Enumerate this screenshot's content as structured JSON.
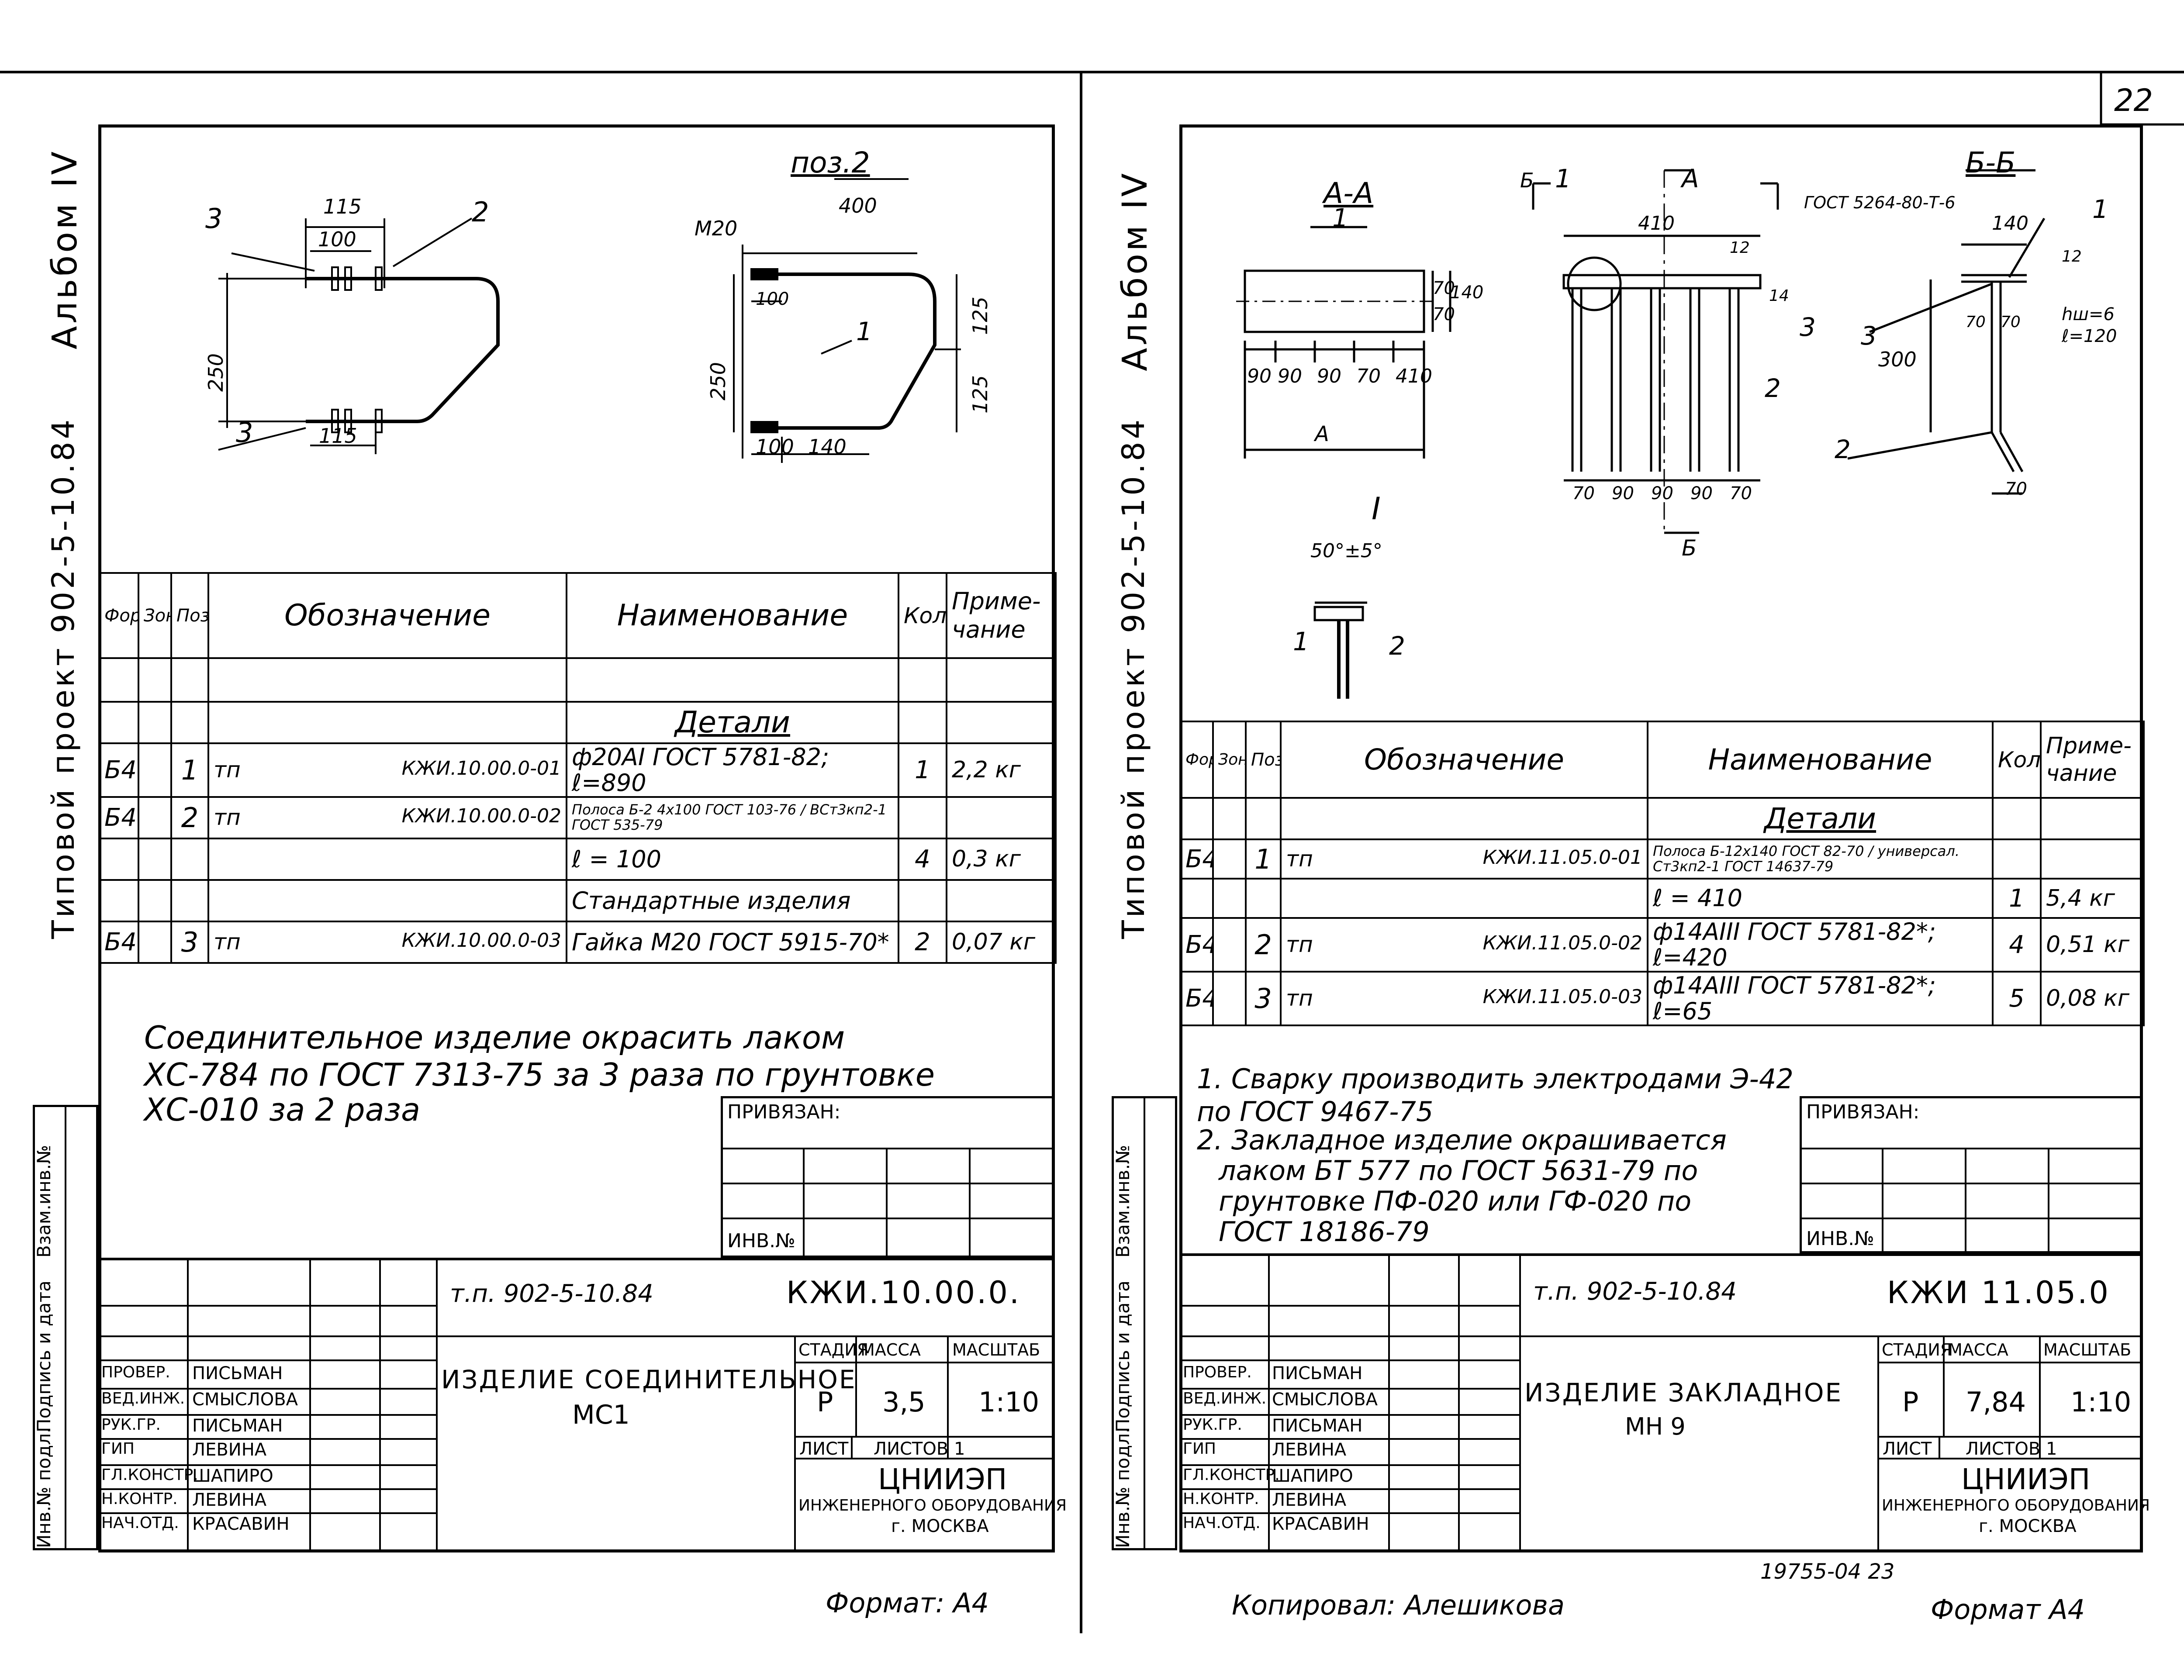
{
  "page_number": "22",
  "left_sheet": {
    "side_title": {
      "album": "Альбом IV",
      "project": "Типовой проект 902-5-10.84"
    },
    "side_stamp": [
      "Инв.№ подл.",
      "Подпись и дата",
      "Взам.инв.№"
    ],
    "drawing": {
      "pos2_title": "поз.2",
      "labels": [
        "3",
        "2",
        "3",
        "115",
        "100",
        "250",
        "115",
        "М20",
        "400",
        "100",
        "250",
        "125",
        "125",
        "1",
        "100",
        "140"
      ]
    },
    "spec": {
      "headers": {
        "format": "Формат",
        "zone": "Зона",
        "pos": "Поз.",
        "designation": "Обозначение",
        "name": "Наименование",
        "qty": "Кол.",
        "note": "Приме-\nчание"
      },
      "section_details": "Детали",
      "rows": [
        {
          "format": "Б4",
          "pos": "1",
          "tp": "тп",
          "designation": "КЖИ.10.00.0-01",
          "name": "ф20АI ГОСТ 5781-82; ℓ=890",
          "qty": "1",
          "note": "2,2 кг"
        },
        {
          "format": "Б4",
          "pos": "2",
          "tp": "тп",
          "designation": "КЖИ.10.00.0-02",
          "name": "Полоса Б-2 4х100 ГОСТ 103-76 / ВСт3кп2-1 ГОСТ 535-79",
          "qty": "",
          "note": ""
        },
        {
          "format": "",
          "pos": "",
          "tp": "",
          "designation": "",
          "name": "ℓ = 100",
          "qty": "4",
          "note": "0,3 кг"
        },
        {
          "format": "",
          "pos": "",
          "tp": "",
          "designation": "",
          "name": "Стандартные изделия",
          "qty": "",
          "note": ""
        },
        {
          "format": "Б4",
          "pos": "3",
          "tp": "тп",
          "designation": "КЖИ.10.00.0-03",
          "name": "Гайка М20 ГОСТ 5915-70*",
          "qty": "2",
          "note": "0,07 кг"
        }
      ]
    },
    "note_lines": [
      "Соединительное изделие окрасить лаком",
      "ХС-784 по ГОСТ 7313-75 за 3 раза по грунтовке",
      "ХС-010 за 2 раза"
    ],
    "privyazan": "ПРИВЯЗАН:",
    "inv_no": "ИНВ.№",
    "title_block": {
      "tp": "т.п. 902-5-10.84",
      "code": "КЖИ.10.00.0.",
      "title": "ИЗДЕЛИЕ СОЕДИНИТЕЛЬНОЕ",
      "subtitle": "МС1",
      "stage_h": "СТАДИЯ",
      "mass_h": "МАССА",
      "scale_h": "МАСШТАБ",
      "stage": "Р",
      "mass": "3,5",
      "scale": "1:10",
      "sheet": "ЛИСТ",
      "sheets": "ЛИСТОВ 1",
      "org1": "ЦНИИЭП",
      "org2": "ИНЖЕНЕРНОГО ОБОРУДОВАНИЯ",
      "org3": "г. МОСКВА",
      "people": [
        [
          "ПРОВЕР.",
          "ПИСЬМАН"
        ],
        [
          "ВЕД.ИНЖ.",
          "СМЫСЛОВА"
        ],
        [
          "РУК.ГР.",
          "ПИСЬМАН"
        ],
        [
          "ГИП",
          "ЛЕВИНА"
        ],
        [
          "ГЛ.КОНСТР.",
          "ШАПИРО"
        ],
        [
          "Н.КОНТР.",
          "ЛЕВИНА"
        ],
        [
          "НАЧ.ОТД.",
          "КРАСАВИН"
        ]
      ]
    },
    "format": "Формат: А4"
  },
  "right_sheet": {
    "side_title": {
      "album": "Альбом IV",
      "project": "Типовой проект 902-5-10.84"
    },
    "side_stamp": [
      "Инв.№ подл.",
      "Подпись и дата",
      "Взам.инв.№"
    ],
    "drawing": {
      "sec_aa": "А-А",
      "sec_bb": "Б-Б",
      "detail": "I",
      "gost_weld": "ГОСТ 5264-80-Т-6",
      "angle": "50°±5°",
      "labels": [
        "1",
        "70",
        "140",
        "70",
        "90",
        "90",
        "90",
        "70",
        "410",
        "А",
        "Б",
        "1",
        "А",
        "410",
        "12",
        "14",
        "3",
        "2",
        "70",
        "90",
        "90",
        "90",
        "70",
        "Б",
        "140",
        "1",
        "12",
        "3",
        "300",
        "70",
        "70",
        "hш=6",
        "ℓ=120",
        "2",
        "70",
        "1",
        "2"
      ]
    },
    "spec": {
      "headers": {
        "format": "Формат",
        "zone": "Зона",
        "pos": "Поз",
        "designation": "Обозначение",
        "name": "Наименование",
        "qty": "Кол.",
        "note": "Приме-\nчание"
      },
      "section_details": "Детали",
      "rows": [
        {
          "format": "Б4",
          "pos": "1",
          "tp": "тп",
          "designation": "КЖИ.11.05.0-01",
          "name": "Полоса Б-12х140 ГОСТ 82-70 / универсал. Ст3кп2-1 ГОСТ 14637-79",
          "qty": "",
          "note": ""
        },
        {
          "format": "",
          "pos": "",
          "tp": "",
          "designation": "",
          "name": "ℓ = 410",
          "qty": "1",
          "note": "5,4 кг"
        },
        {
          "format": "Б4",
          "pos": "2",
          "tp": "тп",
          "designation": "КЖИ.11.05.0-02",
          "name": "ф14АIII ГОСТ 5781-82*; ℓ=420",
          "qty": "4",
          "note": "0,51 кг"
        },
        {
          "format": "Б4",
          "pos": "3",
          "tp": "тп",
          "designation": "КЖИ.11.05.0-03",
          "name": "ф14АIII ГОСТ 5781-82*; ℓ=65",
          "qty": "5",
          "note": "0,08 кг"
        }
      ]
    },
    "note_lines": [
      "1. Сварку производить электродами Э-42",
      "по ГОСТ 9467-75",
      "2. Закладное изделие окрашивается",
      "лаком БТ 577 по ГОСТ 5631-79 по",
      "грунтовке ПФ-020 или ГФ-020 по",
      "ГОСТ 18186-79"
    ],
    "privyazan": "ПРИВЯЗАН:",
    "inv_no": "ИНВ.№",
    "title_block": {
      "tp": "т.п. 902-5-10.84",
      "code": "КЖИ 11.05.0",
      "title": "ИЗДЕЛИЕ ЗАКЛАДНОЕ",
      "subtitle": "МН 9",
      "stage_h": "СТАДИЯ",
      "mass_h": "МАССА",
      "scale_h": "МАСШТАБ",
      "stage": "Р",
      "mass": "7,84",
      "scale": "1:10",
      "sheet": "ЛИСТ",
      "sheets": "ЛИСТОВ 1",
      "org1": "ЦНИИЭП",
      "org2": "ИНЖЕНЕРНОГО ОБОРУДОВАНИЯ",
      "org3": "г. МОСКВА",
      "people": [
        [
          "ПРОВЕР.",
          "ПИСЬМАН"
        ],
        [
          "ВЕД.ИНЖ.",
          "СМЫСЛОВА"
        ],
        [
          "РУК.ГР.",
          "ПИСЬМАН"
        ],
        [
          "ГИП",
          "ЛЕВИНА"
        ],
        [
          "ГЛ.КОНСТР.",
          "ШАПИРО"
        ],
        [
          "Н.КОНТР.",
          "ЛЕВИНА"
        ],
        [
          "НАЧ.ОТД.",
          "КРАСАВИН"
        ]
      ]
    },
    "copied_by": "Копировал: Алешикова",
    "order_no": "19755-04  23",
    "format": "Формат А4"
  }
}
